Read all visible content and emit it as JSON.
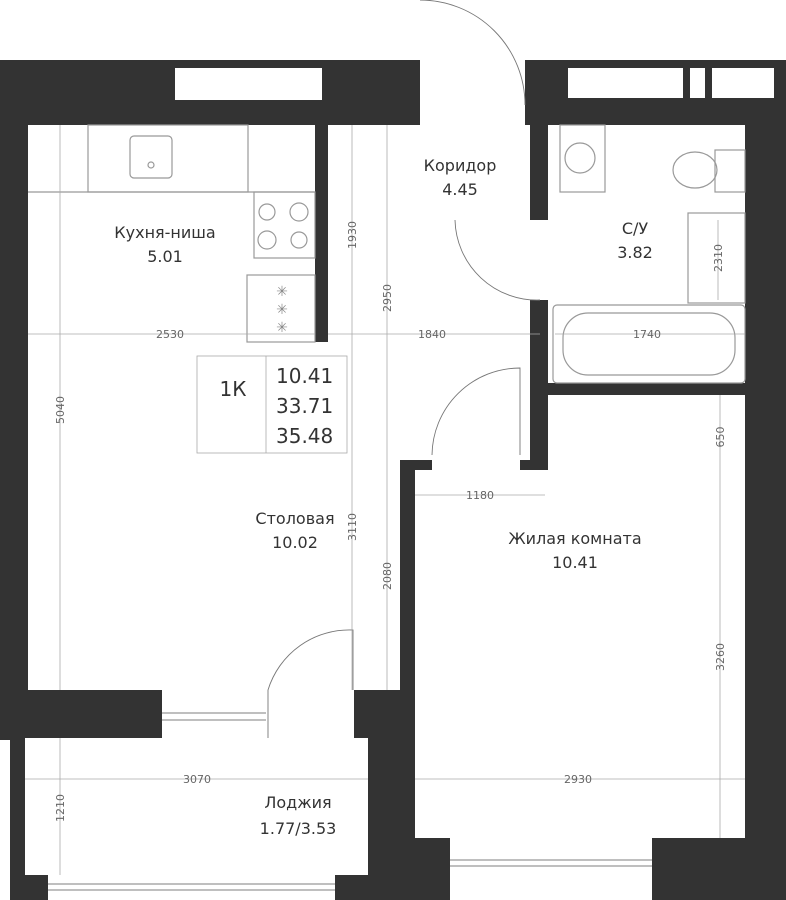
{
  "rooms": [
    {
      "name": "Кухня-ниша",
      "area": "5.01"
    },
    {
      "name": "Коридор",
      "area": "4.45"
    },
    {
      "name": "С/У",
      "area": "3.82"
    },
    {
      "name": "Столовая",
      "area": "10.02"
    },
    {
      "name": "Жилая комната",
      "area": "10.41"
    },
    {
      "name": "Лоджия",
      "area": "1.77/3.53"
    }
  ],
  "info": {
    "type": "1К",
    "living_area": "10.41",
    "total_area": "33.71",
    "total_with_loggia": "35.48"
  },
  "dimensions": {
    "kitchen_width": "2530",
    "corridor_width": "1840",
    "bath_width": "1740",
    "left_height": "5040",
    "kitchen_depth": "1930",
    "corridor_length": "2950",
    "dining_depth": "3110",
    "dining_lower": "2080",
    "bath_depth": "2310",
    "living_entry": "1180",
    "living_upper": "650",
    "living_height": "3260",
    "living_width": "2930",
    "loggia_width": "3070",
    "loggia_depth": "1210"
  },
  "colors": {
    "wall": "#333333",
    "fixture": "#999999"
  }
}
